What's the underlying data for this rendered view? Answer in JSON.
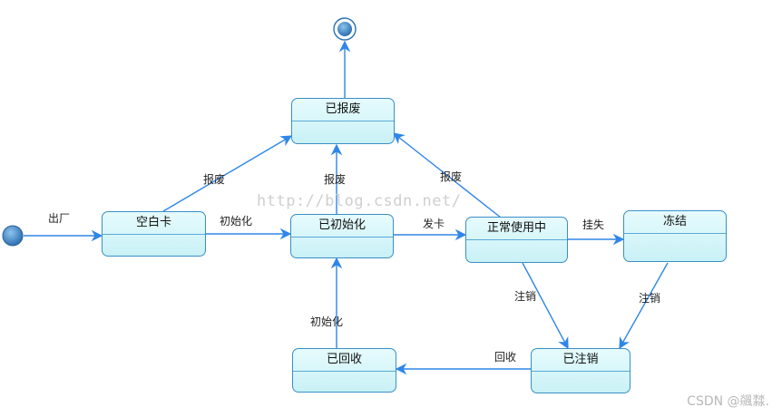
{
  "states": {
    "baofei": "已报废",
    "kongbaika": "空白卡",
    "yichushihua": "已初始化",
    "zhengchang": "正常使用中",
    "dongjie": "冻结",
    "yihuishou": "已回收",
    "yizhuxiao": "已注销"
  },
  "transitions": {
    "chuchang": "出厂",
    "kongbai_baofei": "报废",
    "chushihua_baofei": "报废",
    "zhengchang_baofei": "报废",
    "chushihua": "初始化",
    "faka": "发卡",
    "guashi": "挂失",
    "zhengchang_zhuxiao": "注销",
    "dongjie_zhuxiao": "注销",
    "huishou": "回收",
    "huishou_chushihua": "初始化"
  },
  "watermarks": {
    "url": "http://blog.csdn.net/",
    "csdn": "CSDN @飊㵘."
  },
  "colors": {
    "arrow": "#2e86e8",
    "box_border": "#3a8fc6",
    "box_fill": "#d3f5f9",
    "initial_node": "#3c82c4"
  }
}
